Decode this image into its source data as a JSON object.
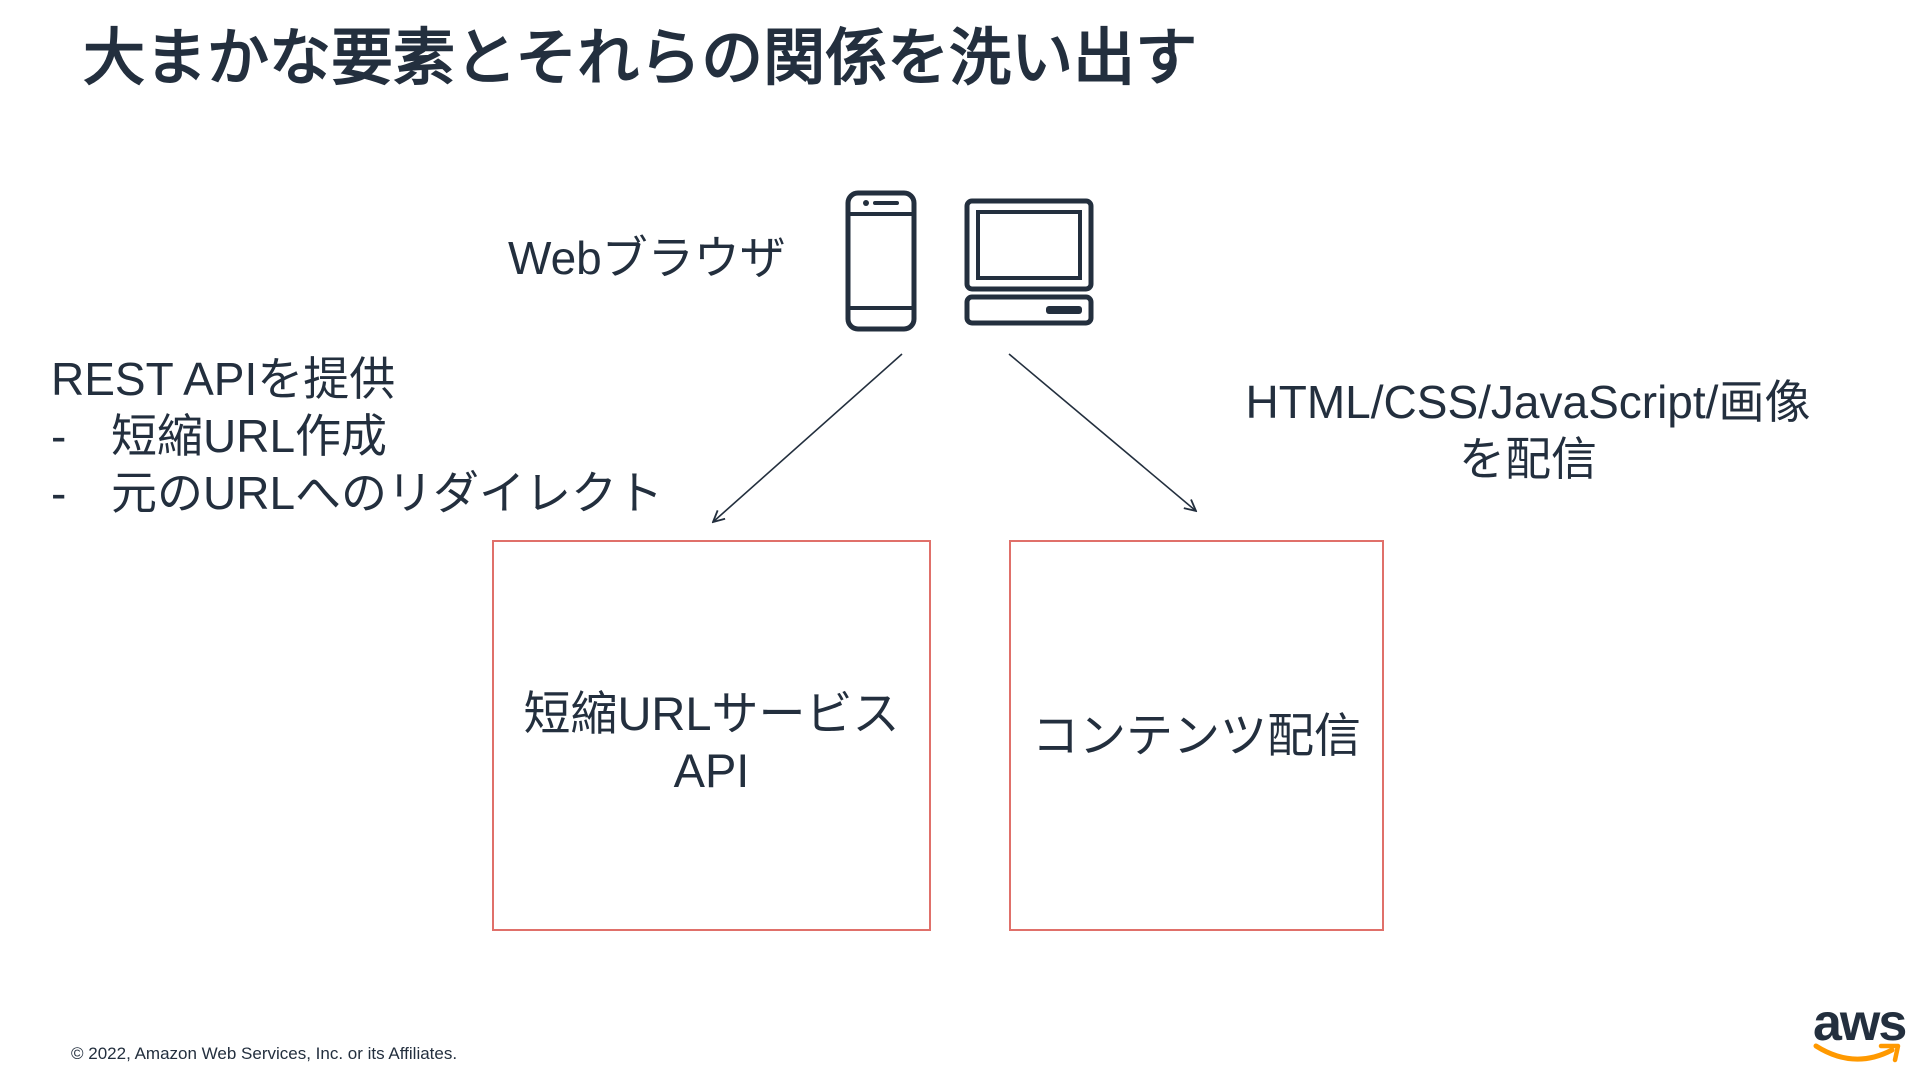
{
  "slide": {
    "title": "大まかな要素とそれらの関係を洗い出す",
    "client": {
      "label": "Webブラウザ",
      "icons": [
        "smartphone-icon",
        "laptop-icon"
      ]
    },
    "api_notes": {
      "heading": "REST APIを提供",
      "items": [
        {
          "bullet": "-",
          "text": "短縮URL作成"
        },
        {
          "bullet": "-",
          "text": "元のURLへのリダイレクト"
        }
      ]
    },
    "content_notes": {
      "lines": [
        "HTML/CSS/JavaScript/画像",
        "を配信"
      ]
    },
    "components": [
      {
        "lines": [
          "短縮URLサービス",
          "API"
        ]
      },
      {
        "lines": [
          "コンテンツ配信"
        ]
      }
    ],
    "footer": {
      "copyright": "© 2022, Amazon Web Services, Inc. or its Affiliates."
    },
    "logo": {
      "text": "aws"
    }
  },
  "colors": {
    "text": "#232f3e",
    "background": "#ffffff",
    "box_border": "#e0706a",
    "logo_accent": "#ff9900"
  }
}
